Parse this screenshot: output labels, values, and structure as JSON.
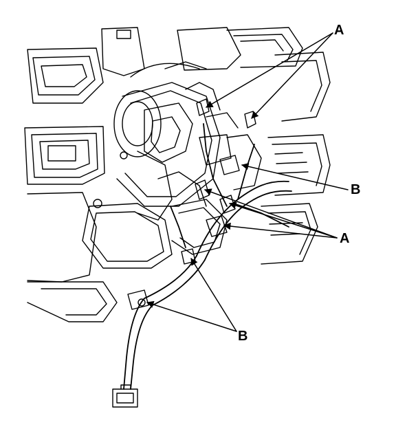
{
  "callouts": {
    "a_top": "A",
    "b_mid": "B",
    "a_low": "A",
    "b_low": "B"
  },
  "colors": {
    "line": "#000000",
    "background": "#ffffff"
  }
}
